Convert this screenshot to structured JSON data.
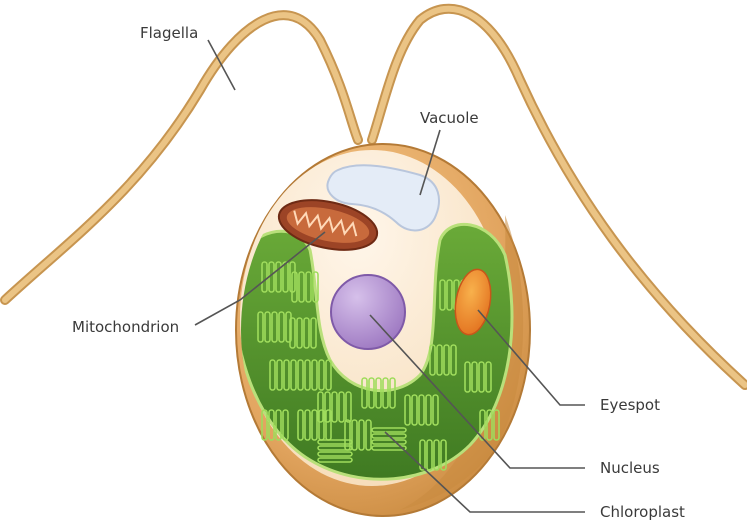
{
  "diagram": {
    "labels": {
      "flagella": "Flagella",
      "vacuole": "Vacuole",
      "mitochondrion": "Mitochondrion",
      "eyespot": "Eyespot",
      "nucleus": "Nucleus",
      "chloroplast": "Chloroplast"
    },
    "colors": {
      "flagella": "#e2b36f",
      "cell_wall": "#d99a52",
      "cytoplasm": "#fbe6cc",
      "chloroplast": "#5e9a32",
      "thylakoid": "#8ccf52",
      "nucleus": "#b08fcf",
      "vacuole": "#dde8f5",
      "mitochondrion": "#a04a2a",
      "eyespot": "#ee8a2a"
    }
  }
}
